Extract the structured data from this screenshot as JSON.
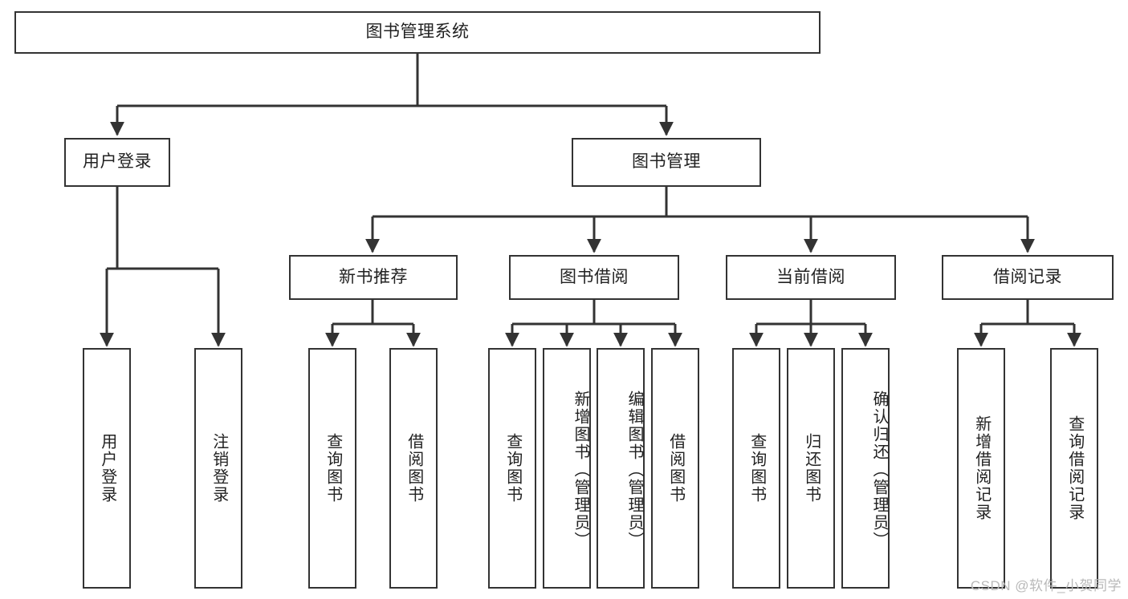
{
  "diagram": {
    "title": "图书管理系统",
    "type": "tree-hierarchy",
    "watermark": "CSDN @软件_小贺同学",
    "colors": {
      "stroke": "#333333",
      "fill": "#ffffff",
      "text": "#222222",
      "watermark": "#b9b9b9"
    },
    "root": {
      "label": "图书管理系统"
    },
    "level2": [
      {
        "label": "用户登录"
      },
      {
        "label": "图书管理"
      }
    ],
    "level3": [
      {
        "label": "新书推荐"
      },
      {
        "label": "图书借阅"
      },
      {
        "label": "当前借阅"
      },
      {
        "label": "借阅记录"
      }
    ],
    "leaves": {
      "user_login": [
        {
          "label": "用户登录"
        },
        {
          "label": "注销登录"
        }
      ],
      "new_book": [
        {
          "label": "查询图书"
        },
        {
          "label": "借阅图书"
        }
      ],
      "book_borrow": [
        {
          "label": "查询图书"
        },
        {
          "label": "新增图书（管理员）"
        },
        {
          "label": "编辑图书（管理员）"
        },
        {
          "label": "借阅图书"
        }
      ],
      "current_borrow": [
        {
          "label": "查询图书"
        },
        {
          "label": "归还图书"
        },
        {
          "label": "确认归还（管理员）"
        }
      ],
      "borrow_record": [
        {
          "label": "新增借阅记录"
        },
        {
          "label": "查询借阅记录"
        }
      ]
    }
  }
}
